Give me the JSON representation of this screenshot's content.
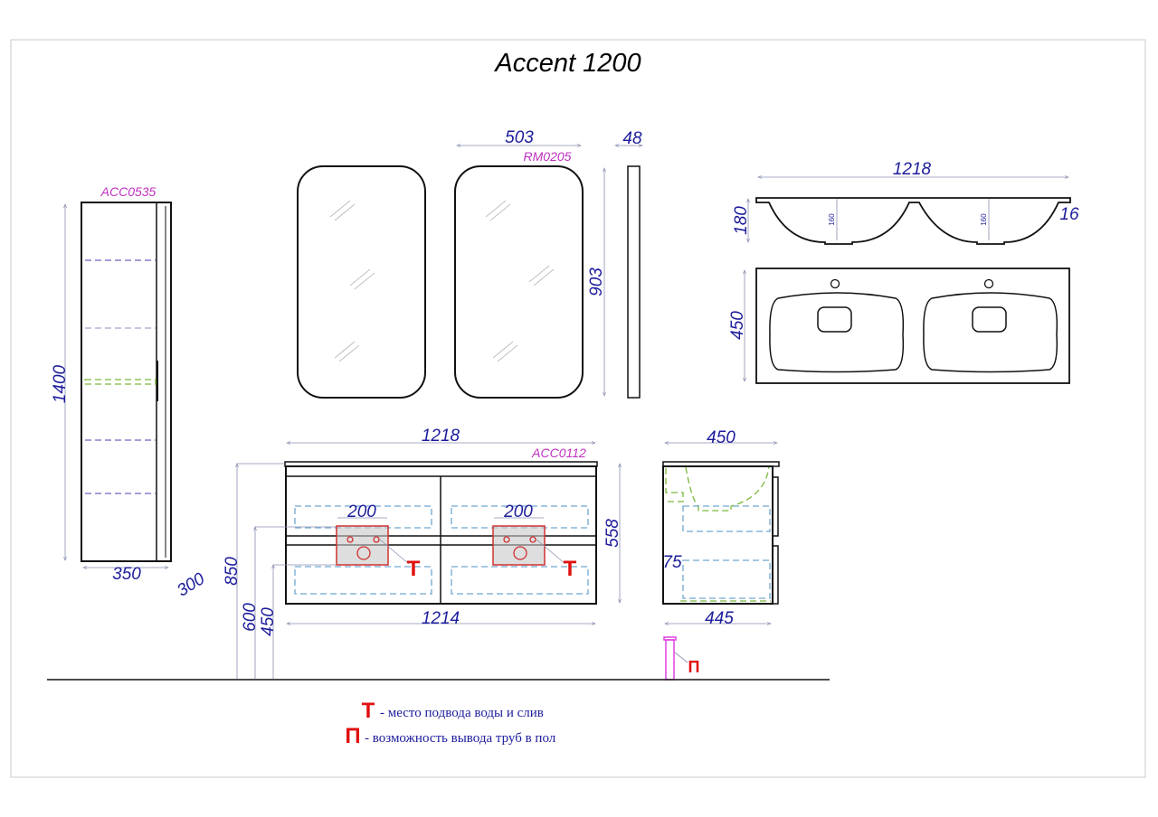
{
  "title": "Accent 1200",
  "tall_cabinet": {
    "code": "ACC0535",
    "height": "1400",
    "width": "350",
    "depth": "300"
  },
  "mirror": {
    "code": "RM0205",
    "width": "503",
    "depth": "48",
    "height": "903"
  },
  "basin": {
    "width": "1218",
    "height": "180",
    "bowl_depth_left": "160",
    "bowl_depth_right": "160",
    "rim": "16",
    "depth": "450"
  },
  "vanity": {
    "code": "ACC0112",
    "top_width": "1218",
    "body_width": "1214",
    "height": "558",
    "pipe_zone_left": "200",
    "pipe_zone_right": "200",
    "mount_850": "850",
    "mount_600": "600",
    "mount_450": "450",
    "mark_left": "Т",
    "mark_right": "Т"
  },
  "side_view": {
    "top_depth": "450",
    "body_depth": "445",
    "offset": "75",
    "floor_mark": "П"
  },
  "legend": [
    {
      "mark": "Т",
      "text": "- место подвода воды и слив"
    },
    {
      "mark": "П",
      "text": "- возможность вывода труб в пол"
    }
  ],
  "colors": {
    "dimension": "#1c1c9c",
    "code": "#c030c0",
    "mark": "#e01010"
  }
}
